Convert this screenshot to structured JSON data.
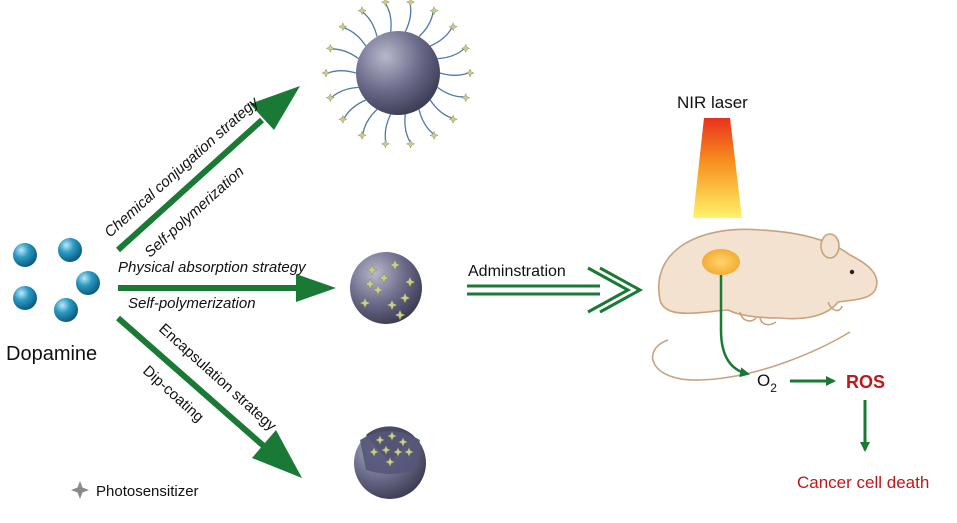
{
  "labels": {
    "dopamine": "Dopamine",
    "photosensitizer": "Photosensitizer",
    "chemical": "Chemical conjugation strategy",
    "self_poly_1": "Self-polymerization",
    "physical": "Physical absorption strategy",
    "self_poly_2": "Self-polymerization",
    "encapsulation": "Encapsulation strategy",
    "dip_coating": "Dip-coating",
    "administration": "Adminstration",
    "nir_laser": "NIR laser",
    "o2_main": "O",
    "o2_sub": "2",
    "ros": "ROS",
    "cancer": "Cancer cell death"
  },
  "colors": {
    "arrow_green": "#1a7a35",
    "dopamine_blue": "#2a9bc4",
    "nanoparticle": "#6b6b8a",
    "red_text": "#c0161c",
    "mouse_fill": "#f3e2cf",
    "mouse_stroke": "#c9a27d",
    "tumor": "#f0b13b",
    "photosensitizer_star": "#c9cf8a"
  },
  "icons": [
    "photosensitizer-star-icon",
    "nir-laser-beam",
    "mouse-illustration"
  ]
}
